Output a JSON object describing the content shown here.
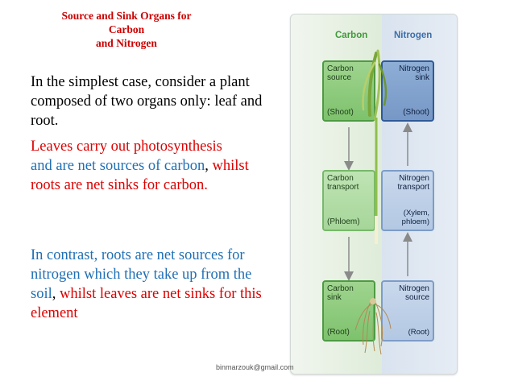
{
  "title": {
    "line1": "Source and Sink Organs for",
    "line2": "Carbon",
    "line3": "and Nitrogen"
  },
  "paragraph1": "In the simplest case, consider a plant composed of two organs only: leaf and root.",
  "paragraph2": {
    "part1": " Leaves carry out photosynthesis",
    "part2": "and are net sources of carbon",
    "part3": ",",
    "part4": "whilst roots are net sinks for carbon."
  },
  "paragraph3": {
    "part1": "In contrast, roots are net sources for nitrogen which they take up from the soil",
    "part2": ", ",
    "part3": "whilst leaves are net sinks for this element"
  },
  "footer": {
    "email": "binmarzouk@gmail.com"
  },
  "diagram": {
    "headers": {
      "carbon": "Carbon",
      "nitrogen": "Nitrogen"
    },
    "carbon_source": {
      "line1": "Carbon",
      "line2": "source",
      "foot": "(Shoot)"
    },
    "nitrogen_sink": {
      "line1": "Nitrogen",
      "line2": "sink",
      "foot": "(Shoot)"
    },
    "carbon_transport": {
      "line1": "Carbon",
      "line2": "transport",
      "foot": "(Phloem)"
    },
    "nitrogen_transport": {
      "line1": "Nitrogen",
      "line2": "transport",
      "foot": "(Xylem, phloem)"
    },
    "carbon_sink": {
      "line1": "Carbon",
      "line2": "sink",
      "foot": "(Root)"
    },
    "nitrogen_source": {
      "line1": "Nitrogen",
      "line2": "source",
      "foot": "(Root)"
    },
    "colors": {
      "carbon": "#3f9a3a",
      "nitrogen": "#3e6ea8",
      "emphasis_red": "#dd0000",
      "emphasis_blue": "#1f6fb4"
    }
  }
}
